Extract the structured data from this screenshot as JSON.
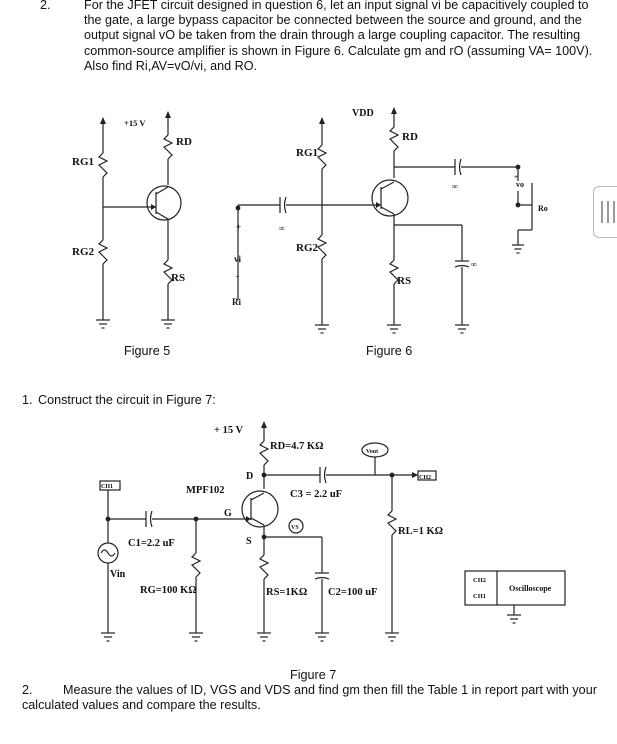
{
  "q2": {
    "number": "2.",
    "text": "For the JFET circuit designed in question 6, let an input signal vi be capacitively coupled to the gate, a large bypass capacitor be connected between the source and ground, and the output signal vO be taken from the drain through a large coupling capacitor. The resulting common-source amplifier is shown in Figure 6. Calculate gm and rO (assuming VA= 100V). Also find Ri,AV=vO/vi, and RO."
  },
  "fig5": {
    "caption": "Figure 5",
    "supply": "+15 V",
    "rg1": "RG1",
    "rg2": "RG2",
    "rd": "RD",
    "rs": "RS"
  },
  "fig6": {
    "caption": "Figure 6",
    "vdd": "VDD",
    "rg1": "RG1",
    "rg2": "RG2",
    "rd": "RD",
    "rs": "RS",
    "vi": "vi",
    "ri": "Ri",
    "vo": "vo",
    "ro": "Ro",
    "inf1": "∞",
    "inf2": "∞",
    "inf3": "∞",
    "plus": "+",
    "minus": "-"
  },
  "section1": {
    "number": "1.",
    "text": "Construct the circuit in Figure 7:"
  },
  "fig7": {
    "caption": "Figure 7",
    "supply": "+ 15 V",
    "rd": "RD=4.7 KΩ",
    "vout": "Vout",
    "ch2_box": "CH2",
    "c3": "C3 = 2.2 uF",
    "d": "D",
    "g": "G",
    "s": "S",
    "transistor": "MPF102",
    "ch1_box": "CH1",
    "vs": "VS",
    "c1": "C1=2.2 uF",
    "vin": "Vin",
    "rg": "RG=100 KΩ",
    "rs": "RS=1KΩ",
    "c2": "C2=100 uF",
    "rl": "RL=1 KΩ",
    "scope_ch2": "CH2",
    "scope_ch1": "CH1",
    "scope_label": "Oscilloscope"
  },
  "item2": {
    "number": "2.",
    "text": "Measure the values of ID, VGS and VDS and find gm then fill the Table 1 in report part with your calculated values and compare the results."
  }
}
